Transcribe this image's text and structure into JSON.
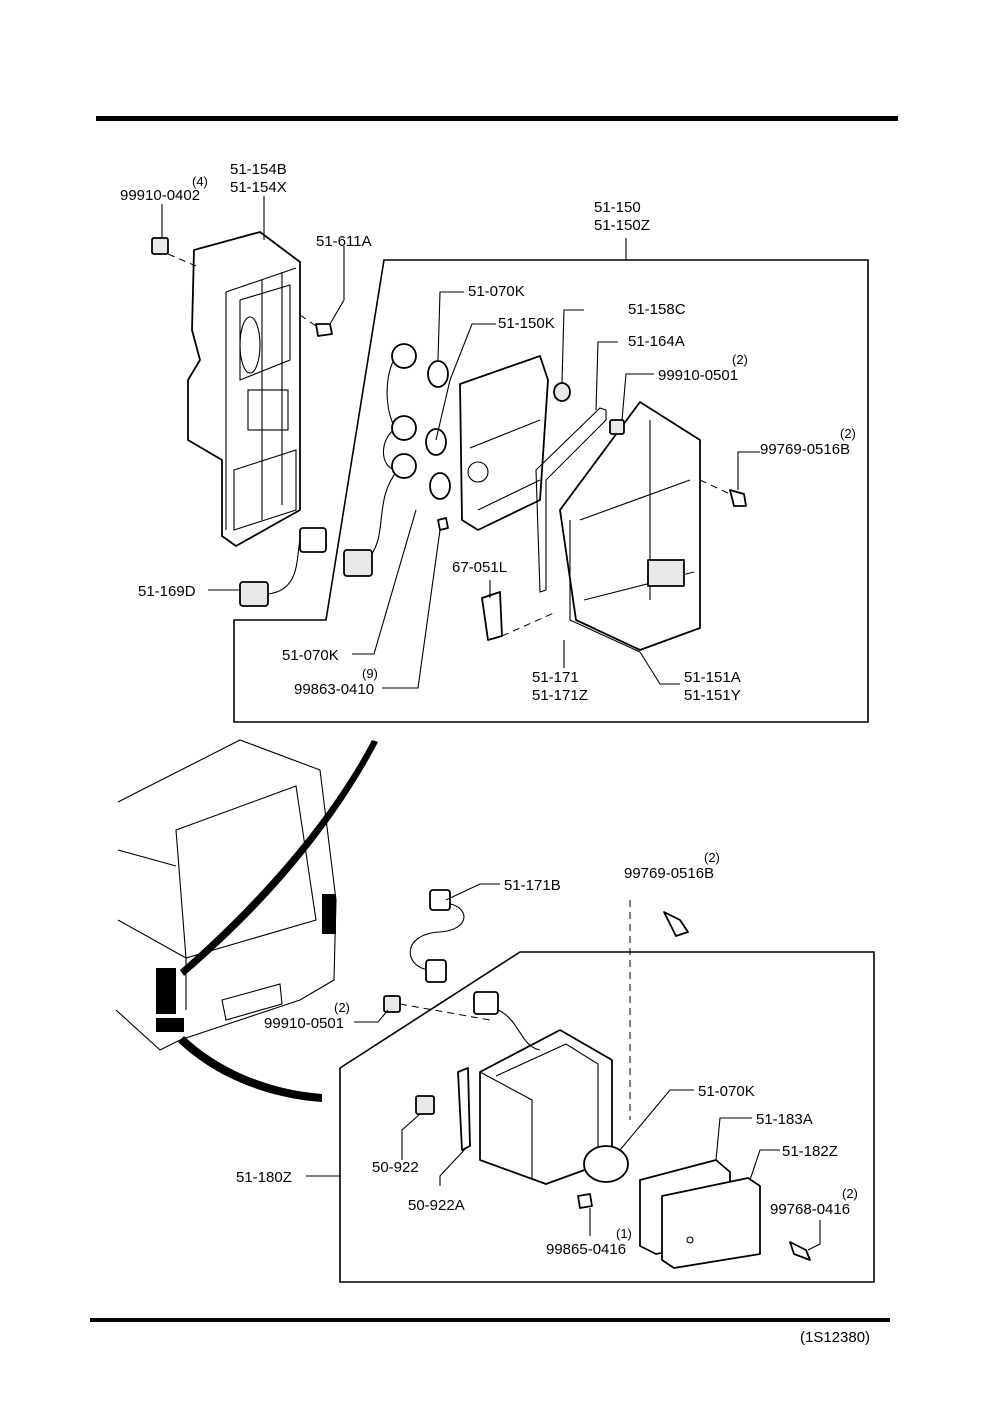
{
  "parts": {
    "p99910_0402": {
      "qty": "(4)",
      "code": "99910-0402"
    },
    "p51_154": {
      "code1": "51-154B",
      "code2": "51-154X"
    },
    "p51_611A": {
      "code": "51-611A"
    },
    "p51_150": {
      "code1": "51-150",
      "code2": "51-150Z"
    },
    "p51_070K_top": {
      "code": "51-070K"
    },
    "p51_150K": {
      "code": "51-150K"
    },
    "p51_158C": {
      "code": "51-158C"
    },
    "p51_164A": {
      "code": "51-164A"
    },
    "p99910_0501_top": {
      "qty": "(2)",
      "code": "99910-0501"
    },
    "p99769_0516B_top": {
      "qty": "(2)",
      "code": "99769-0516B"
    },
    "p51_169D": {
      "code": "51-169D"
    },
    "p67_051L": {
      "code": "67-051L"
    },
    "p51_070K_mid": {
      "code": "51-070K"
    },
    "p99863_0410": {
      "qty": "(9)",
      "code": "99863-0410"
    },
    "p51_171": {
      "code1": "51-171",
      "code2": "51-171Z"
    },
    "p51_151A": {
      "code1": "51-151A",
      "code2": "51-151Y"
    },
    "p99769_0516B_bot": {
      "qty": "(2)",
      "code": "99769-0516B"
    },
    "p51_171B": {
      "code": "51-171B"
    },
    "p99910_0501_bot": {
      "qty": "(2)",
      "code": "99910-0501"
    },
    "p51_070K_bot": {
      "code": "51-070K"
    },
    "p51_183A": {
      "code": "51-183A"
    },
    "p51_182Z": {
      "code": "51-182Z"
    },
    "p99768_0416": {
      "qty": "(2)",
      "code": "99768-0416"
    },
    "p51_180Z": {
      "code": "51-180Z"
    },
    "p50_922": {
      "code": "50-922"
    },
    "p50_922A": {
      "code": "50-922A"
    },
    "p99865_0416": {
      "qty": "(1)",
      "code": "99865-0416"
    }
  },
  "figure_id": "(1S12380)"
}
